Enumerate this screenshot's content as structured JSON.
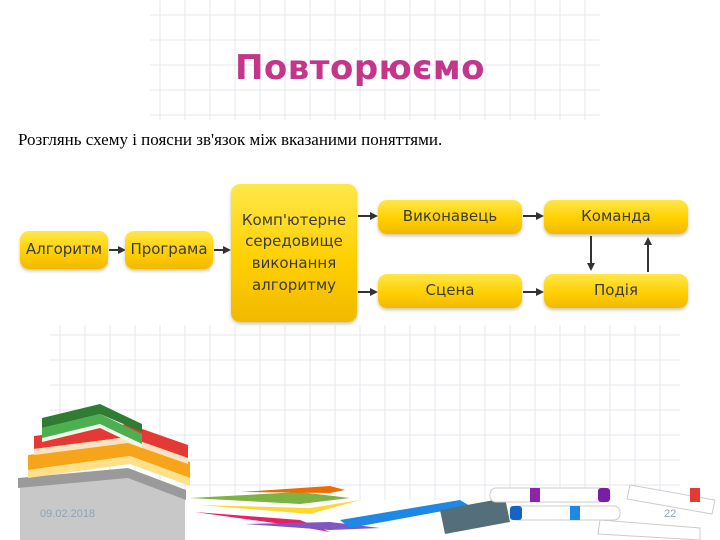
{
  "slide": {
    "title": "Повторюємо",
    "instruction": "Розглянь схему і поясни зв'язок між вказаними поняттями.",
    "date": "09.02.2018",
    "page_number": "22"
  },
  "diagram": {
    "nodes": {
      "algorithm": "Алгоритм",
      "program": "Програма",
      "environment": [
        "Комп'ютерне",
        "середовище",
        "виконання",
        "алгоритму"
      ],
      "executor": "Виконавець",
      "command": "Команда",
      "scene": "Сцена",
      "event": "Подія"
    },
    "node_color": "#ffd000",
    "arrow_color": "#333333"
  },
  "colors": {
    "title": "#c3368a",
    "grid": "#dde3ea"
  }
}
